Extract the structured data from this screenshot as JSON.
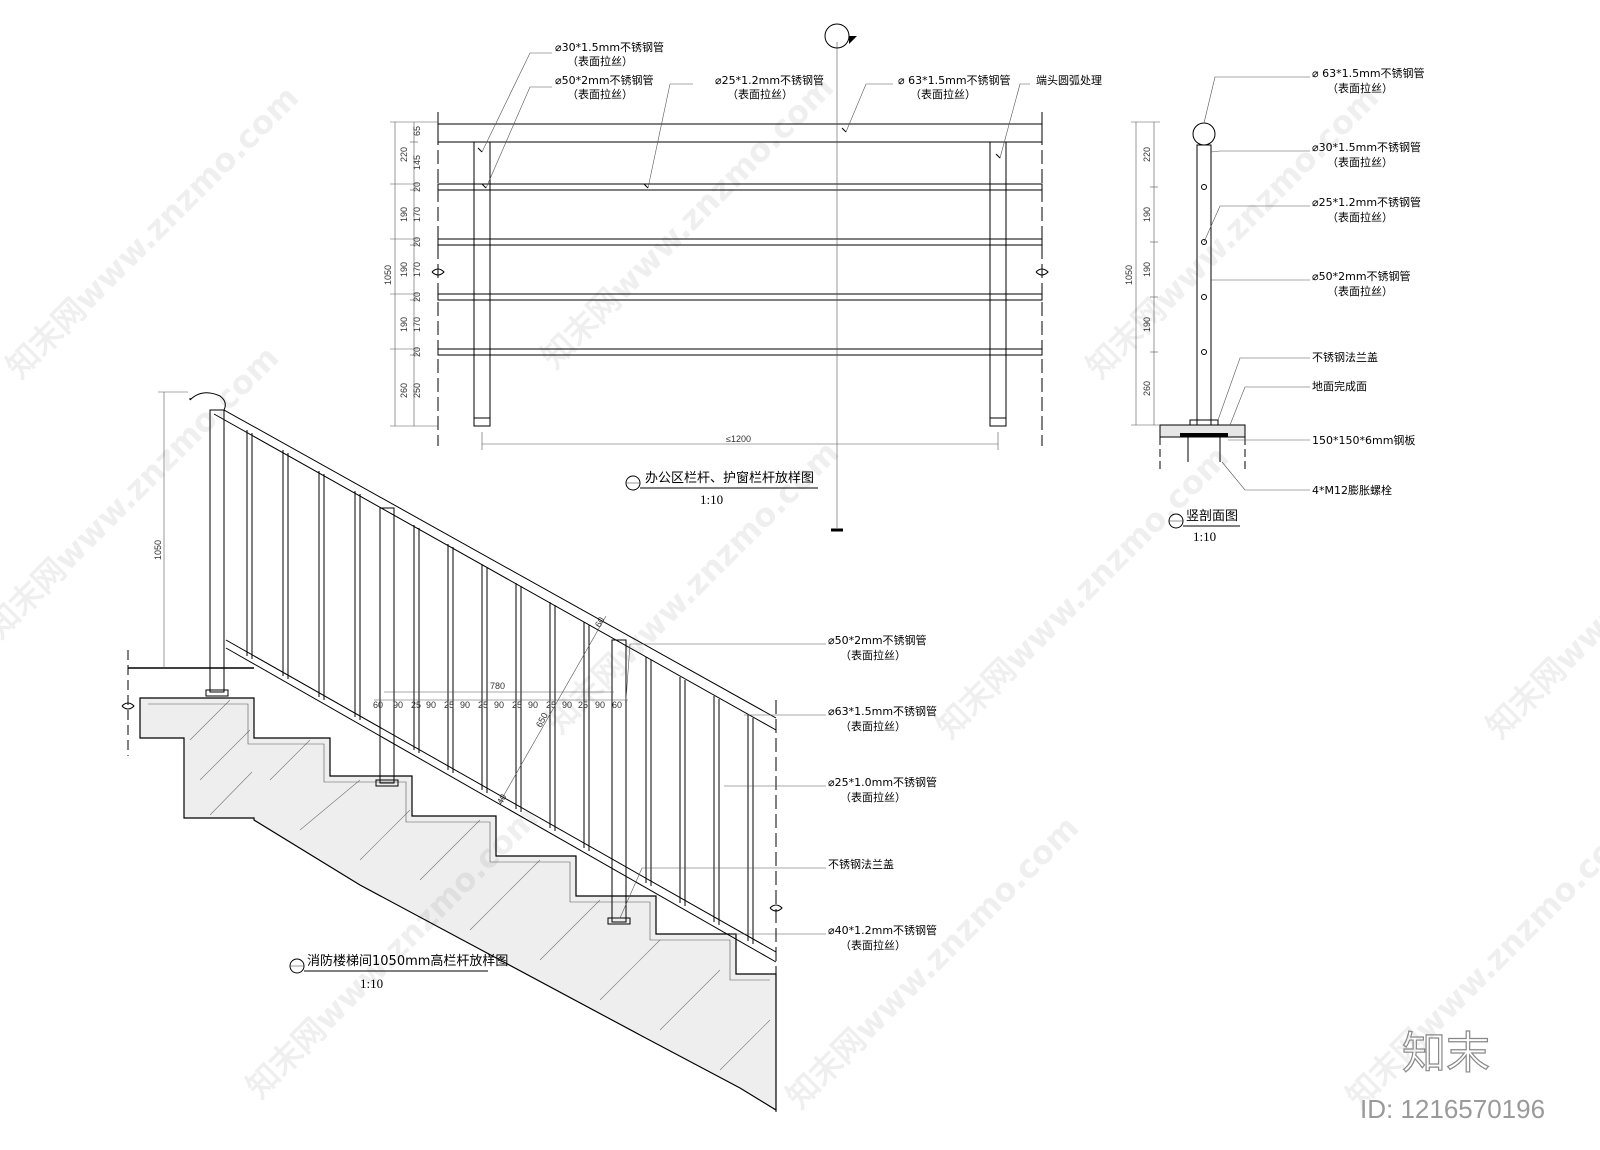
{
  "diagram": {
    "top_elevation": {
      "title": "办公区栏杆、护窗栏杆放样图",
      "scale": "1:10",
      "labels": [
        {
          "id": "t1",
          "line1": "⌀30*1.5mm不锈钢管",
          "line2": "（表面拉丝）"
        },
        {
          "id": "t2",
          "line1": "⌀50*2mm不锈钢管",
          "line2": "（表面拉丝）"
        },
        {
          "id": "t3",
          "line1": "⌀25*1.2mm不锈钢管",
          "line2": "（表面拉丝）"
        },
        {
          "id": "t4",
          "line1": "⌀ 63*1.5mm不锈钢管",
          "line2": "（表面拉丝）"
        },
        {
          "id": "t5",
          "line1": "端头圆弧处理",
          "line2": ""
        }
      ],
      "dims_inner": [
        "65",
        "145",
        "20",
        "170",
        "20",
        "170",
        "20",
        "170",
        "20",
        "250"
      ],
      "dims_outer": [
        "220",
        "190",
        "190",
        "190",
        "260"
      ],
      "dim_total": "1050",
      "dim_width": "≤1200"
    },
    "section": {
      "title": "竖剖面图",
      "scale": "1:10",
      "labels": [
        {
          "id": "s1",
          "line1": "⌀ 63*1.5mm不锈钢管",
          "line2": "（表面拉丝）"
        },
        {
          "id": "s2",
          "line1": "⌀30*1.5mm不锈钢管",
          "line2": "（表面拉丝）"
        },
        {
          "id": "s3",
          "line1": "⌀25*1.2mm不锈钢管",
          "line2": "（表面拉丝）"
        },
        {
          "id": "s4",
          "line1": "⌀50*2mm不锈钢管",
          "line2": "（表面拉丝）"
        },
        {
          "id": "s5",
          "line1": "不锈钢法兰盖",
          "line2": ""
        },
        {
          "id": "s6",
          "line1": "地面完成面",
          "line2": ""
        },
        {
          "id": "s7",
          "line1": "150*150*6mm钢板",
          "line2": ""
        },
        {
          "id": "s8",
          "line1": "4*M12膨胀螺栓",
          "line2": ""
        }
      ],
      "dims": [
        "220",
        "190",
        "190",
        "190",
        "260"
      ],
      "dim_total": "1050"
    },
    "stair": {
      "title": "消防楼梯间1050mm高栏杆放样图",
      "scale": "1:10",
      "labels": [
        {
          "id": "r1",
          "line1": "⌀50*2mm不锈钢管",
          "line2": "（表面拉丝）"
        },
        {
          "id": "r2",
          "line1": "⌀63*1.5mm不锈钢管",
          "line2": "（表面拉丝）"
        },
        {
          "id": "r3",
          "line1": "⌀25*1.0mm不锈钢管",
          "line2": "（表面拉丝）"
        },
        {
          "id": "r4",
          "line1": "不锈钢法兰盖",
          "line2": ""
        },
        {
          "id": "r5",
          "line1": "⌀40*1.2mm不锈钢管",
          "line2": "（表面拉丝）"
        }
      ],
      "dim_height": "1050",
      "dim_span": "780",
      "dims_row": [
        "60",
        "90",
        "25",
        "90",
        "25",
        "90",
        "25",
        "90",
        "25",
        "90",
        "25",
        "90",
        "25",
        "90",
        "60"
      ],
      "dim_diag": "650",
      "dim_60": "60",
      "dim_40": "40"
    },
    "watermark": {
      "site": "知末网www.znzmo.com",
      "logo": "知末",
      "id": "ID: 1216570196"
    }
  }
}
